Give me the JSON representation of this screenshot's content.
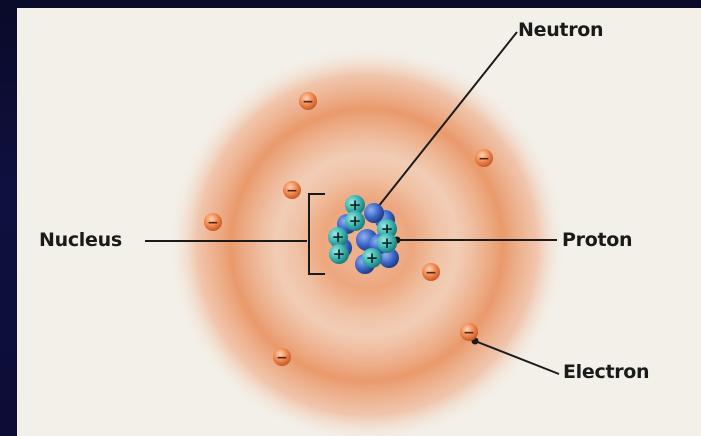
{
  "labels": {
    "neutron": "Neutron",
    "nucleus": "Nucleus",
    "proton": "Proton",
    "electron": "Electron"
  },
  "symbols": {
    "electron_charge": "−",
    "proton_charge": "+"
  },
  "colors": {
    "background": "#f3f0e9",
    "electron_cloud": "#e8844f",
    "electron": "#e8743f",
    "proton": "#3bb3b0",
    "neutron": "#3b67c7",
    "leader_line": "#1a1a1a",
    "frame": "#0c0c36"
  }
}
